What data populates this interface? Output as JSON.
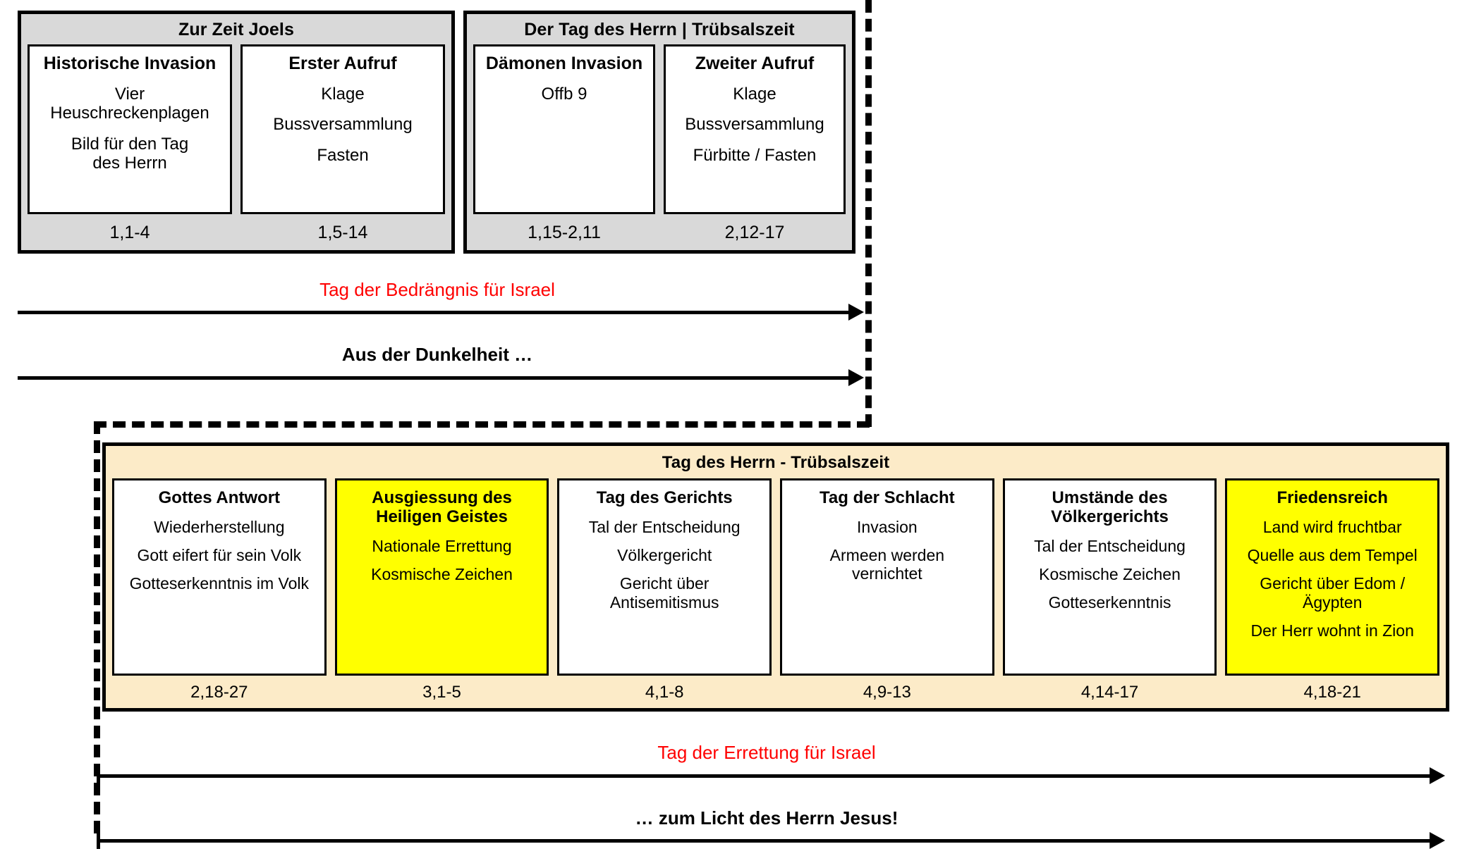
{
  "colors": {
    "grey_panel": "#d9d9d9",
    "cream_panel": "#fcebc8",
    "highlight_yellow": "#ffff00",
    "accent_red": "#ff0000",
    "outline": "#000000"
  },
  "top_panels": [
    {
      "title": "Zur Zeit Joels",
      "columns": [
        {
          "heading": "Historische Invasion",
          "lines": [
            "Vier Heuschreckenplagen",
            "Bild für den Tag\ndes Herrn"
          ],
          "reference": "1,1-4",
          "highlighted": false
        },
        {
          "heading": "Erster Aufruf",
          "lines": [
            "Klage",
            "Bussversammlung",
            "Fasten"
          ],
          "reference": "1,5-14",
          "highlighted": false
        }
      ]
    },
    {
      "title": "Der Tag des Herrn | Trübsalszeit",
      "columns": [
        {
          "heading": "Dämonen Invasion",
          "lines": [
            "Offb 9"
          ],
          "reference": "1,15-2,11",
          "highlighted": false
        },
        {
          "heading": "Zweiter Aufruf",
          "lines": [
            "Klage",
            "Bussversammlung",
            "Fürbitte / Fasten"
          ],
          "reference": "2,12-17",
          "highlighted": false
        }
      ]
    }
  ],
  "middle_arrows": [
    {
      "label": "Tag der Bedrängnis für Israel",
      "style": "red"
    },
    {
      "label": "Aus der Dunkelheit …",
      "style": "black-bold"
    }
  ],
  "lower_panel": {
    "title": "Tag des Herrn - Trübsalszeit",
    "columns": [
      {
        "heading": "Gottes Antwort",
        "lines": [
          "Wiederherstellung",
          "Gott eifert für sein Volk",
          "Gotteserkenntnis im Volk"
        ],
        "reference": "2,18-27",
        "highlighted": false
      },
      {
        "heading": "Ausgiessung des\nHeiligen Geistes",
        "lines": [
          "Nationale Errettung",
          "Kosmische Zeichen"
        ],
        "reference": "3,1-5",
        "highlighted": true
      },
      {
        "heading": "Tag des Gerichts",
        "lines": [
          "Tal der Entscheidung",
          "Völkergericht",
          "Gericht über\nAntisemitismus"
        ],
        "reference": "4,1-8",
        "highlighted": false
      },
      {
        "heading": "Tag der Schlacht",
        "lines": [
          "Invasion",
          "Armeen werden\nvernichtet"
        ],
        "reference": "4,9-13",
        "highlighted": false
      },
      {
        "heading": "Umstände des\nVölkergerichts",
        "lines": [
          "Tal der Entscheidung",
          "Kosmische Zeichen",
          "Gotteserkenntnis"
        ],
        "reference": "4,14-17",
        "highlighted": false
      },
      {
        "heading": "Friedensreich",
        "lines": [
          "Land wird fruchtbar",
          "Quelle aus dem Tempel",
          "Gericht über Edom /Ägypten",
          "Der Herr wohnt in Zion"
        ],
        "reference": "4,18-21",
        "highlighted": true
      }
    ]
  },
  "bottom_arrows": [
    {
      "label": "Tag der Errettung für Israel",
      "style": "red"
    },
    {
      "label": "… zum Licht des Herrn Jesus!",
      "style": "black-bold"
    }
  ]
}
